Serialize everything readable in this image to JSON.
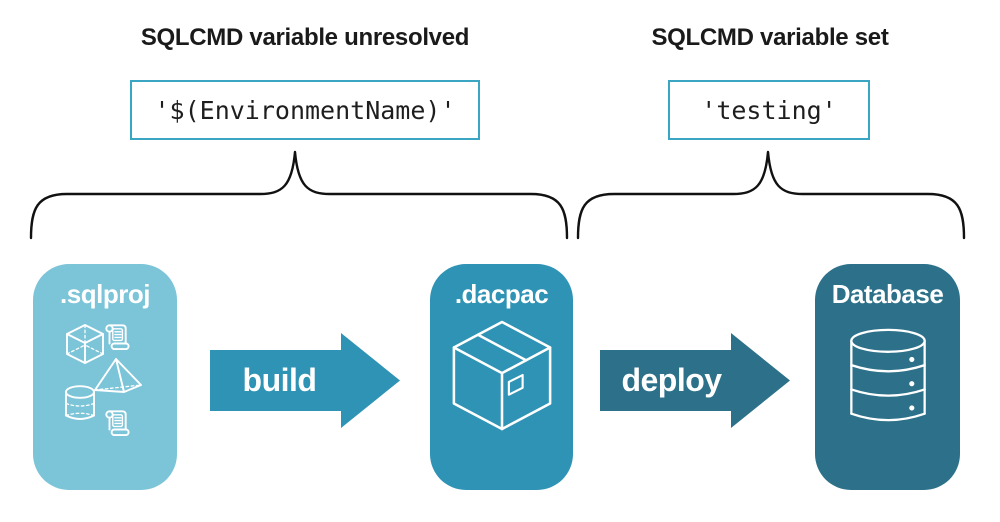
{
  "annotations": {
    "unresolved": {
      "heading": "SQLCMD variable unresolved",
      "code": "'$(EnvironmentName)'"
    },
    "set": {
      "heading": "SQLCMD variable set",
      "code": "'testing'"
    }
  },
  "pipeline": {
    "nodes": [
      {
        "id": "sqlproj",
        "label": ".sqlproj",
        "icon": "sql-objects-icon",
        "color": "#7cc4d8"
      },
      {
        "id": "dacpac",
        "label": ".dacpac",
        "icon": "package-icon",
        "color": "#2e93b4"
      },
      {
        "id": "database",
        "label": "Database",
        "icon": "database-icon",
        "color": "#2c7189"
      }
    ],
    "arrows": [
      {
        "label": "build",
        "color": "#2e93b4"
      },
      {
        "label": "deploy",
        "color": "#2c7189"
      }
    ]
  },
  "colors": {
    "code_box_border": "#3aa6c3",
    "brace_stroke": "#111111",
    "heading_text": "#1a1a1a",
    "code_text": "#1e1e1e",
    "card_text": "#ffffff",
    "background": "#ffffff"
  }
}
